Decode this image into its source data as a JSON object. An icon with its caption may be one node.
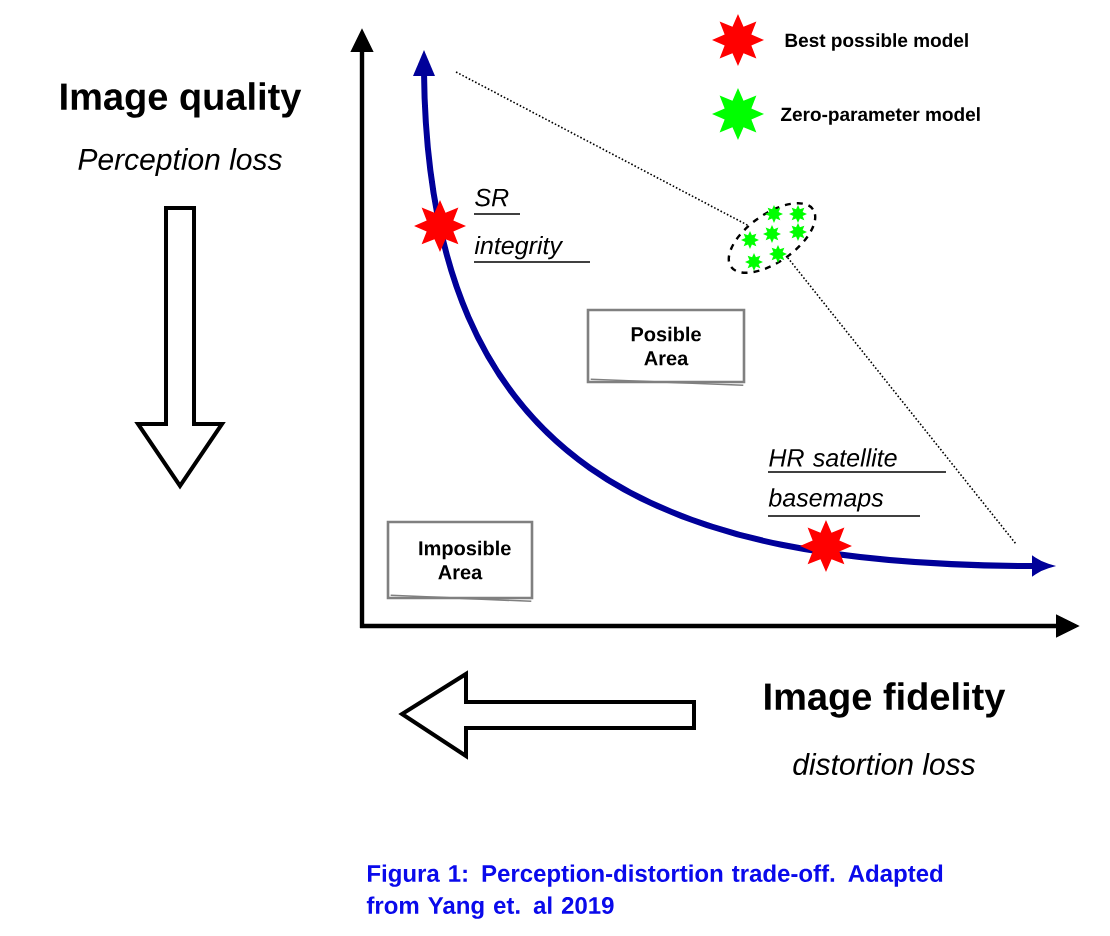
{
  "diagram": {
    "caption": "Figura 1: Perception-distortion trade-off. Adapted from Yang et. al 2019",
    "nodes": [
      {
        "text": [
          "Posible Area"
        ]
      },
      {
        "text": [
          "Imposible Area"
        ]
      },
      {
        "text": [],
        "shape": "ellipse"
      }
    ],
    "edges": [
      {
        "from": null,
        "to": 2,
        "arrow": "none",
        "style": "dashed"
      },
      {
        "from": 2,
        "to": null,
        "arrow": "none",
        "style": "dashed"
      }
    ],
    "labels": [
      "Image quality",
      "Perception loss",
      "SR integrity",
      "HR satellite basemaps",
      "Image fidelity",
      "distortion loss"
    ],
    "legend": [
      {
        "text": "Best possible model",
        "color": "#ff0000"
      },
      {
        "text": "Zero-parameter model",
        "color": "#00ff00"
      }
    ]
  }
}
